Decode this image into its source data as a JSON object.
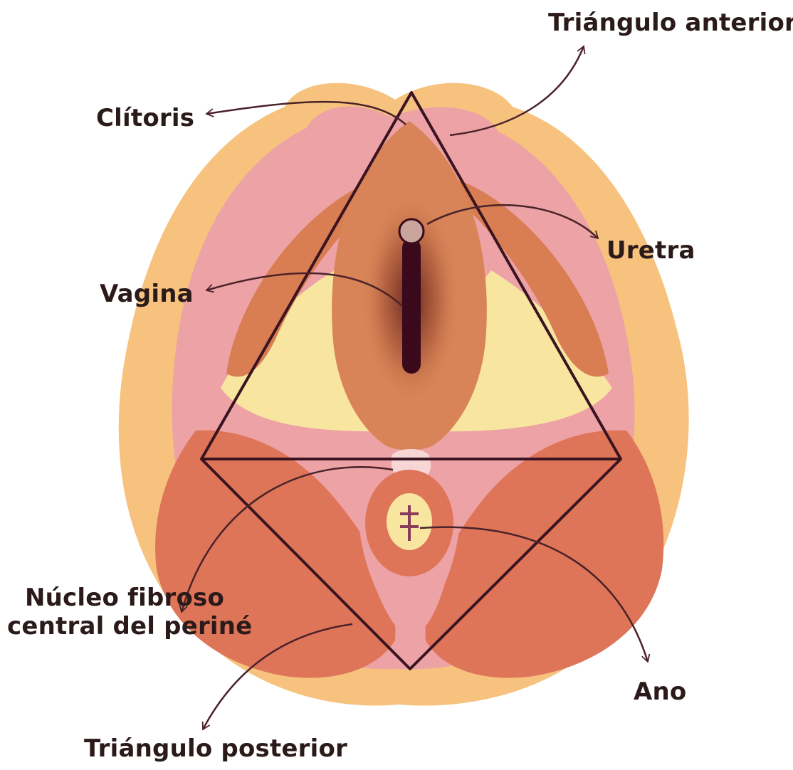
{
  "labels": {
    "triangulo_anterior": "Triángulo anterior",
    "clitoris": "Clítoris",
    "uretra": "Uretra",
    "vagina": "Vagina",
    "nucleo_line1": "Núcleo fibroso",
    "nucleo_line2": "central del periné",
    "ano": "Ano",
    "triangulo_posterior": "Triángulo posterior"
  },
  "colors": {
    "outer_fat": "#f6c27e",
    "skin_pink": "#eda2a6",
    "muscle_red": "#df7558",
    "muscle_orange": "#d97d52",
    "membrane_yellow": "#f8e6a0",
    "canal_dark": "#3a0a1c",
    "triangle_line": "#3a1420",
    "arrow": "#4a2229",
    "text": "#2b1a1a"
  }
}
